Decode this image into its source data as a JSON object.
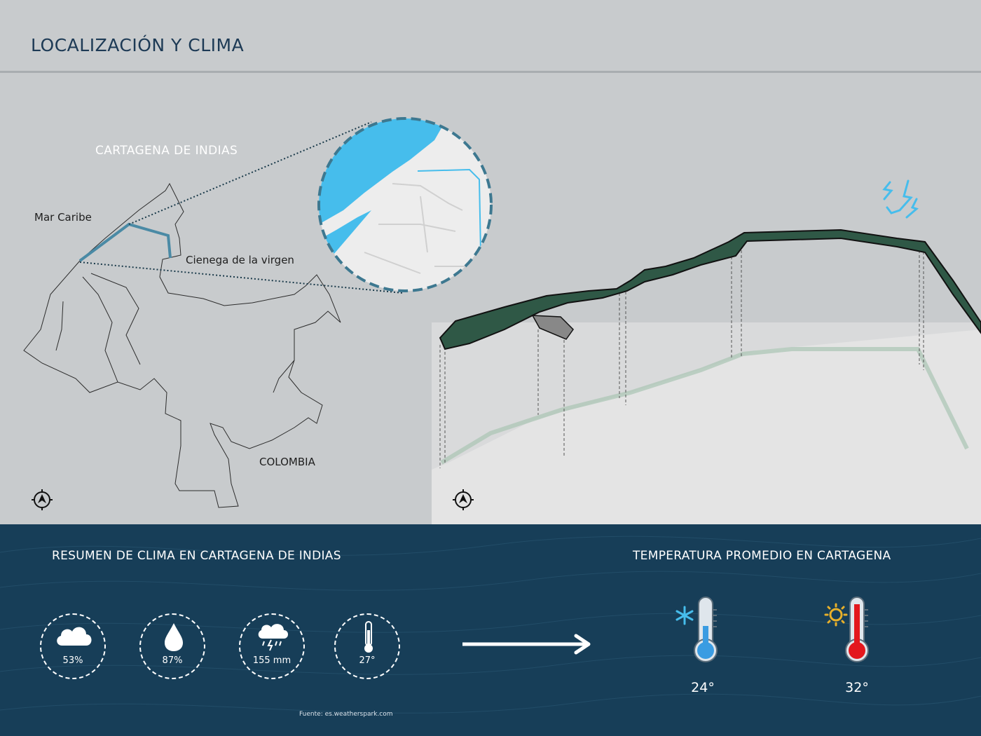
{
  "header": {
    "title": "LOCALIZACIÓN Y CLIMA"
  },
  "map": {
    "city_label": "CARTAGENA DE INDIAS",
    "sea_label": "Mar Caribe",
    "lagoon_label": "Cienega de la virgen",
    "country_label": "COLOMBIA"
  },
  "climate_summary": {
    "title": "RESUMEN DE CLIMA EN CARTAGENA DE INDIAS",
    "stats": [
      {
        "icon": "cloud-icon",
        "value": "53%"
      },
      {
        "icon": "water-drop-icon",
        "value": "87%"
      },
      {
        "icon": "storm-cloud-icon",
        "value": "155 mm"
      },
      {
        "icon": "thermometer-icon",
        "value": "27°"
      }
    ],
    "source": "Fuente: es.weatherspark.com"
  },
  "temperature": {
    "title": "TEMPERATURA PROMEDIO EN CARTAGENA",
    "min": {
      "icon": "snowflake-icon",
      "value": "24°"
    },
    "max": {
      "icon": "sun-icon",
      "value": "32°"
    }
  },
  "colors": {
    "accent_blue": "#46bdec",
    "navy": "#173e58",
    "cold": "#3a9ce2",
    "hot": "#e3171d",
    "sun": "#e8b02a"
  }
}
